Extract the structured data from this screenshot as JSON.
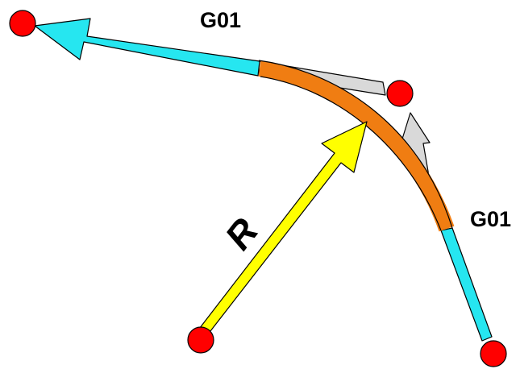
{
  "labels": {
    "g01_top": "G01",
    "g01_right": "G01",
    "radius": "R"
  },
  "colors": {
    "linear_move": "#26e6f0",
    "arc_move": "#f07d12",
    "radius_arrow": "#ffff00",
    "intersection_arrow": "#d9d9d9",
    "point": "#ff0000",
    "outline": "#000000"
  }
}
